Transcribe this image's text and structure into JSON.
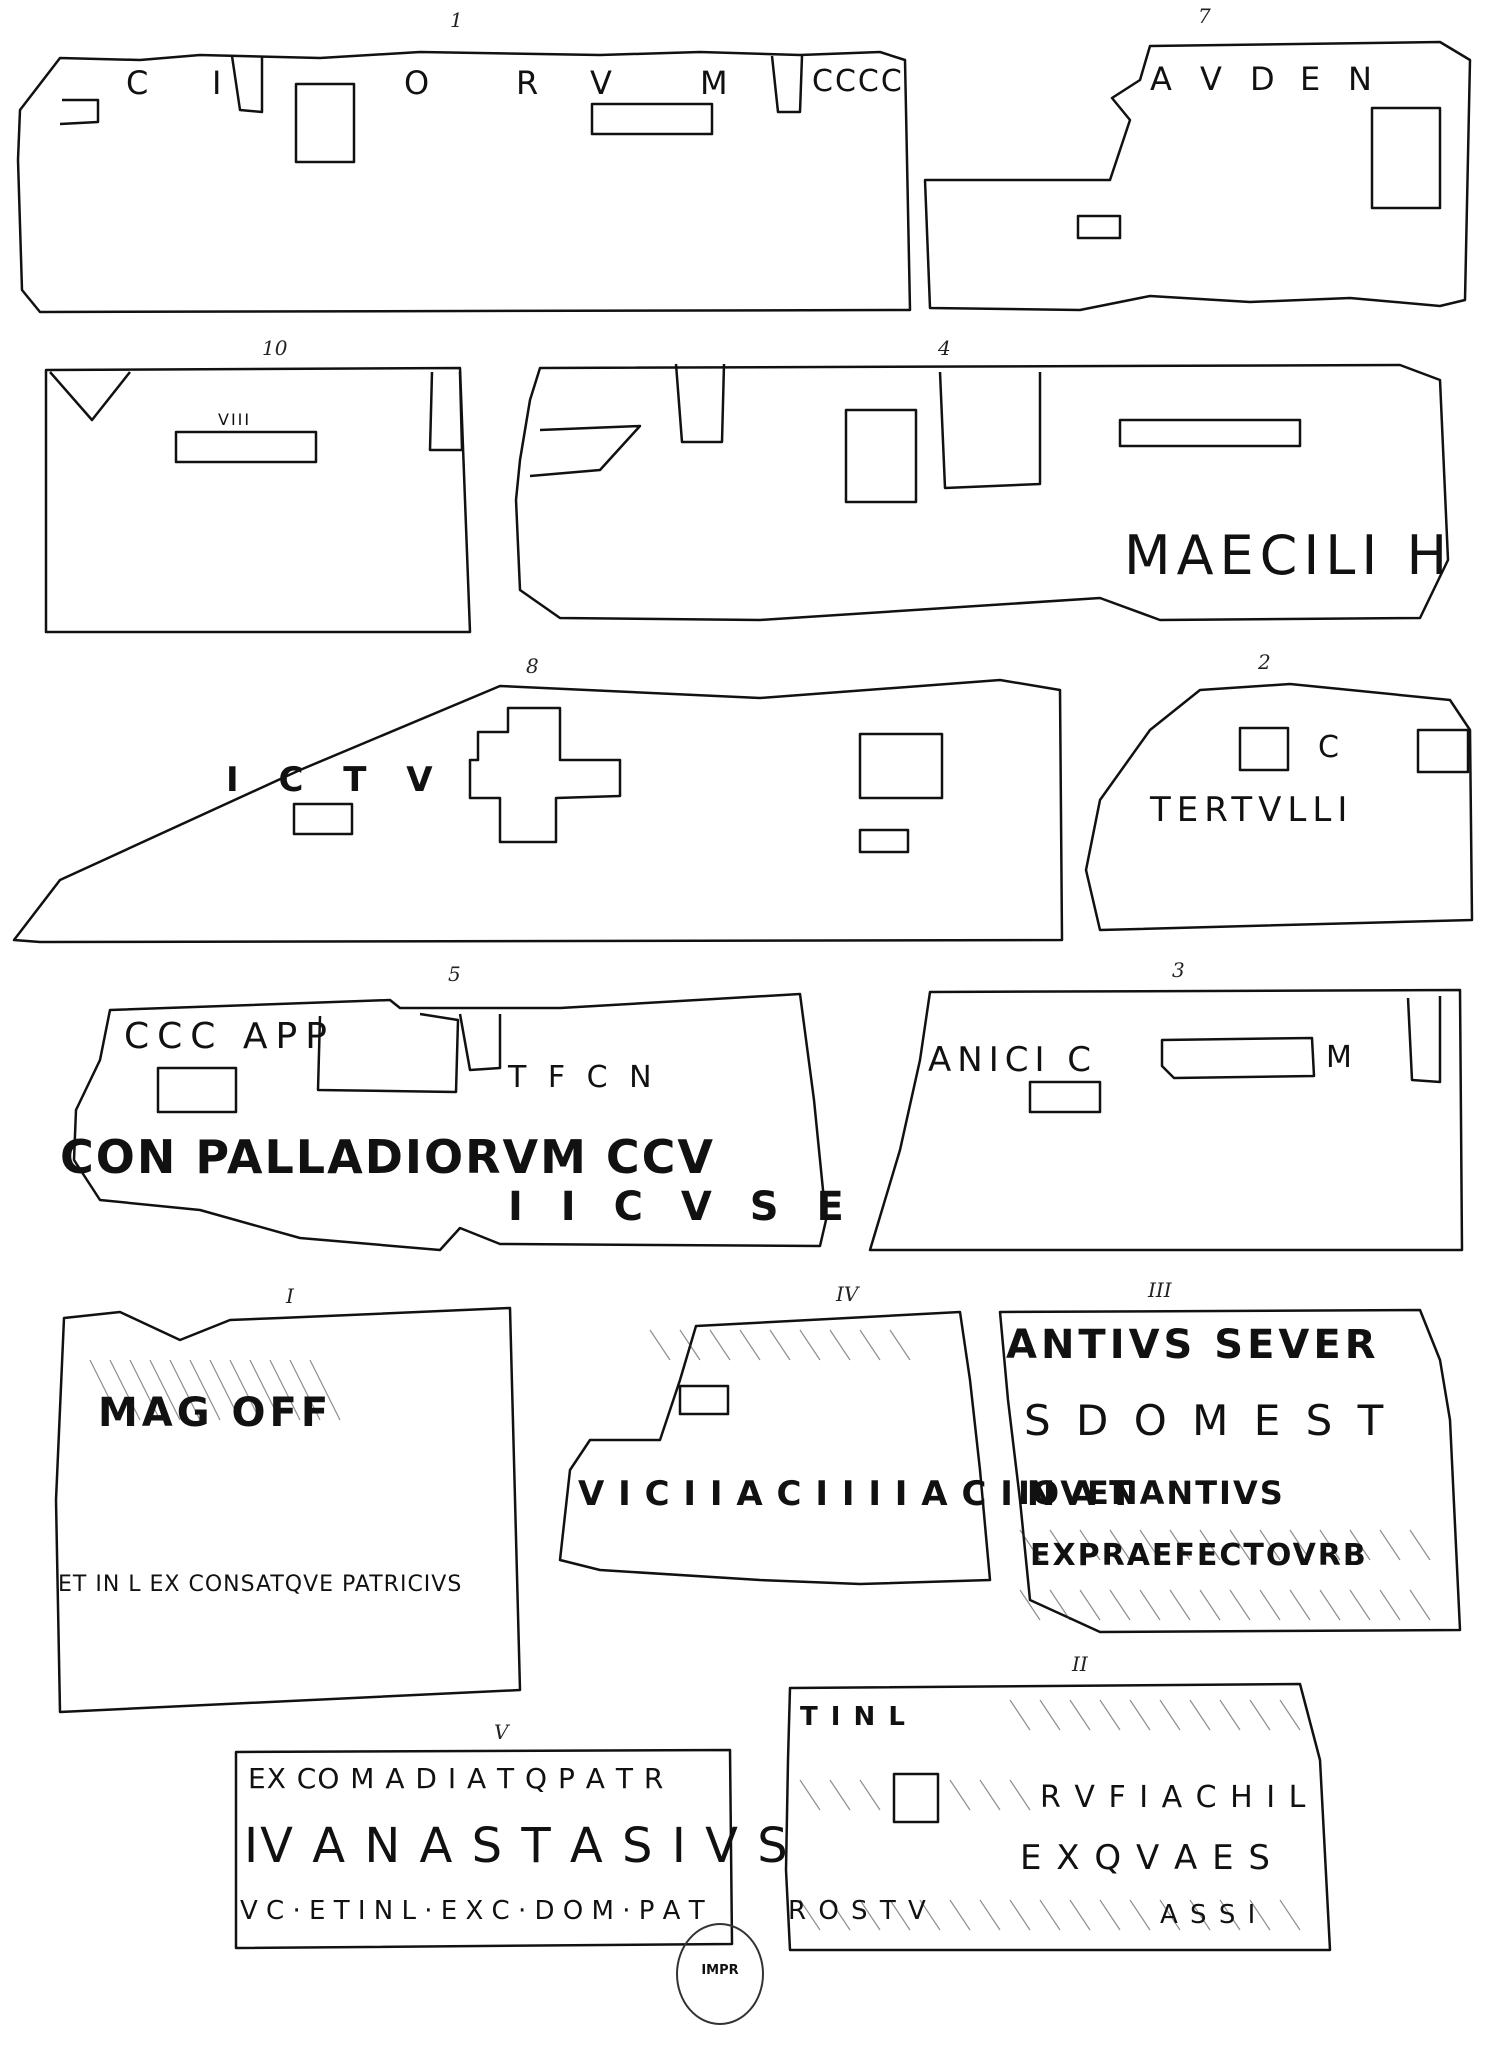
{
  "fragments": [
    {
      "id": "f1",
      "number": "1",
      "inscription": [
        "C",
        "I",
        "O",
        "R",
        "V",
        "M",
        "CCCC"
      ]
    },
    {
      "id": "f7",
      "number": "7",
      "inscription": [
        "A",
        "V",
        "D",
        "E",
        "N"
      ]
    },
    {
      "id": "f10",
      "number": "10",
      "inscription": [
        "VIII"
      ]
    },
    {
      "id": "f4",
      "number": "4",
      "inscription": [
        "MAECILI H"
      ]
    },
    {
      "id": "f8",
      "number": "8",
      "inscription": [
        "I C T V"
      ]
    },
    {
      "id": "f2",
      "number": "2",
      "inscription": [
        "C",
        "TERTVLLI"
      ]
    },
    {
      "id": "f5",
      "number": "5",
      "inscription": [
        "CCC APP",
        "T F C N",
        "CON PALLADIORVM CCV",
        "I I C V S E"
      ]
    },
    {
      "id": "f3",
      "number": "3",
      "inscription": [
        "ANICI C",
        "M"
      ]
    },
    {
      "id": "fI",
      "number": "I",
      "inscription": [
        "MAG OFF",
        "ET IN L EX CONSATQVE PATRICIVS"
      ]
    },
    {
      "id": "fIV",
      "number": "IV",
      "inscription": [
        "V I C I I A C I I I I A C I N A T"
      ]
    },
    {
      "id": "fIII",
      "number": "III",
      "inscription": [
        "ANTIVS SEVER",
        "S D O M E S T",
        "IOVENANTIVS",
        "EXPRAEFECTOVRB"
      ]
    },
    {
      "id": "fII",
      "number": "II",
      "inscription": [
        "T I N L",
        "R V F I A C H I L",
        "E X Q V A E S",
        "R O S T V",
        "A S S I"
      ]
    },
    {
      "id": "fV",
      "number": "V",
      "inscription": [
        "EX CO M A D I A T Q P A T R",
        "IV A N A S T A S I V S",
        "V C · E T I N L · E X C · D O M · P A T"
      ]
    }
  ],
  "stamp": {
    "text": "IMPR"
  }
}
